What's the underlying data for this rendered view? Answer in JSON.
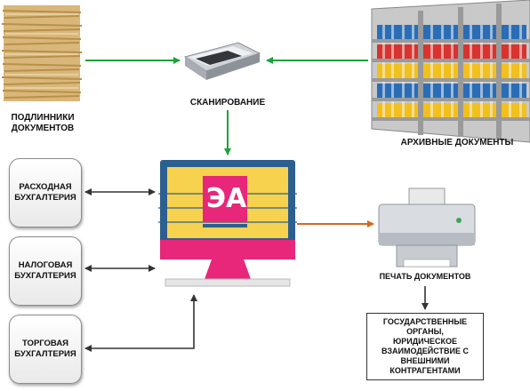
{
  "labels": {
    "originals": "ПОДЛИННИКИ\nДОКУМЕНТОВ",
    "scanning": "СКАНИРОВАНИЕ",
    "archive": "АРХИВНЫЕ ДОКУМЕНТЫ",
    "printing": "ПЕЧАТЬ ДОКУМЕНТОВ",
    "ea_logo": "ЭА"
  },
  "departments": [
    {
      "label": "РАСХОДНАЯ\nБУХГАЛТЕРИЯ"
    },
    {
      "label": "НАЛОГОВАЯ\nБУХГАЛТЕРИЯ"
    },
    {
      "label": "ТОРГОВАЯ\nБУХГАЛТЕРИЯ"
    }
  ],
  "external": {
    "label": "ГОСУДАРСТВЕННЫЕ ОРГАНЫ,\nЮРИДИЧЕСКОЕ\nВЗАИМОДЕЙСТВИЕ С\nВНЕШНИМИ\nКОНТРАГЕНТАМИ"
  },
  "colors": {
    "green_arrow": "#1aa33a",
    "dark_arrow": "#333333",
    "orange_arrow": "#d2691e",
    "monitor_frame": "#2c5f8f",
    "monitor_screen": "#f7d24e",
    "monitor_stand": "#e8277a",
    "ea_box": "#e8277a"
  }
}
